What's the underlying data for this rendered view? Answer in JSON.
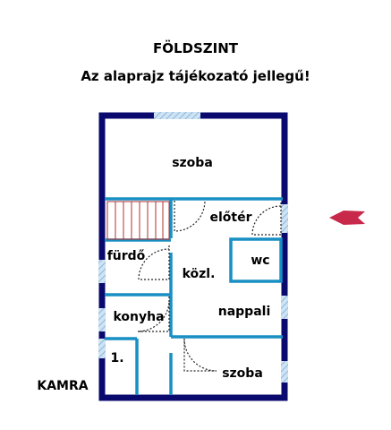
{
  "header": {
    "title": "FÖLDSZINT",
    "subtitle": "Az alaprajz tájékozató jellegű!"
  },
  "rooms": {
    "szoba_top": "szoba",
    "eloter": "előtér",
    "wc": "wc",
    "furdo": "fürdő",
    "kozl": "közl.",
    "konyha": "konyha",
    "nappali": "nappali",
    "szoba_bottom": "szoba",
    "room_1": "1.",
    "kamra": "KAMRA"
  },
  "colors": {
    "outer_wall": "#0a0a6e",
    "inner_wall": "#1a8fc4",
    "window": "#9fc8e8",
    "stairs": "#b03030",
    "entrance_arrow": "#c8284a"
  },
  "icons": {
    "entrance": "entrance-arrow-icon"
  }
}
